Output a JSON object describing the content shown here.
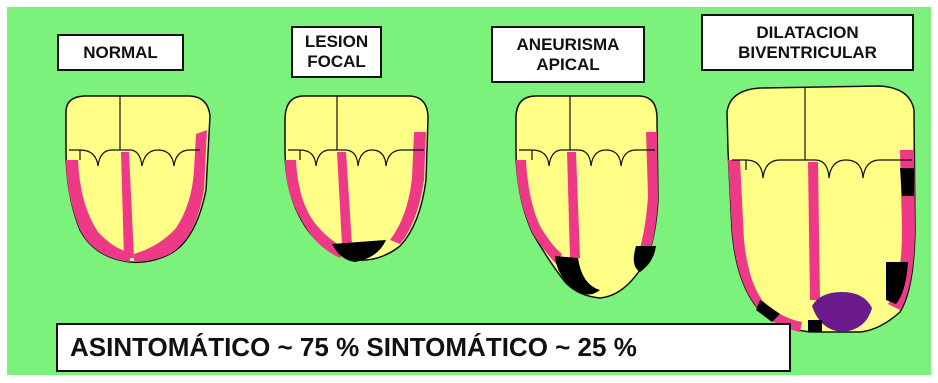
{
  "labels": {
    "normal": [
      "NORMAL"
    ],
    "focal": [
      "LESION",
      "FOCAL"
    ],
    "apical": [
      "ANEURISMA",
      "APICAL"
    ],
    "dilatation": [
      "DILATACION",
      "BIVENTRICULAR"
    ]
  },
  "summary_text": "ASINTOMÁTICO ~ 75 % SINTOMÁTICO ~ 25 %",
  "colors": {
    "background": "#7cf27c",
    "cavity": "#ffff88",
    "wall": "#ee3a86",
    "lesion": "#000000",
    "thrombus": "#6a1a8a"
  }
}
